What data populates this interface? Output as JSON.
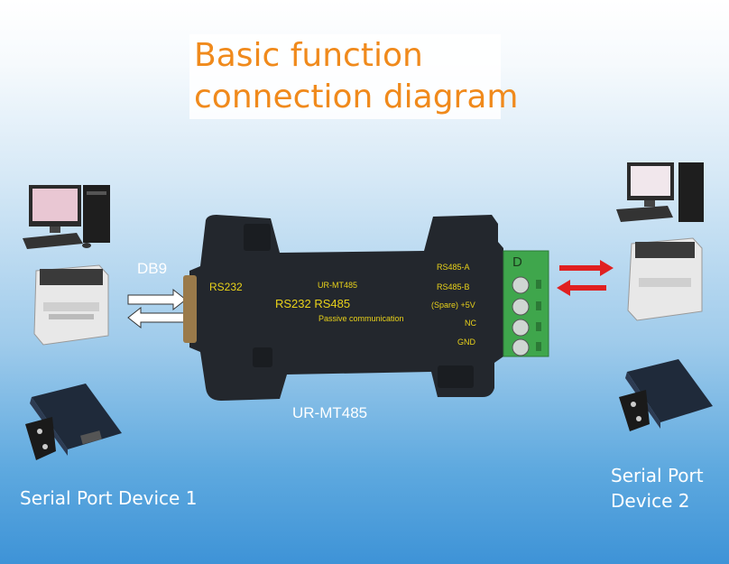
{
  "diagram": {
    "title_line1": "Basic function",
    "title_line2": "connection diagram",
    "db9_label": "DB9",
    "model_label": "UR-MT485",
    "left_caption": "Serial Port Device 1",
    "right_caption_line1": "Serial Port",
    "right_caption_line2": "Device 2",
    "converter": {
      "port_left": "RS232",
      "model": "UR-MT485",
      "rs232_rs485": "RS232 RS485",
      "passive": "Passive communication",
      "pins": [
        "RS485-A",
        "RS485-B",
        "(Spare) +5V",
        "NC",
        "GND"
      ],
      "terminal_letter": "D"
    },
    "colors": {
      "title": "#f08a1c",
      "converter_text": "#e9d21a",
      "terminal_block": "#3fa64c",
      "arrow_red": "#e02020",
      "background_bottom": "#3e93d7"
    }
  }
}
